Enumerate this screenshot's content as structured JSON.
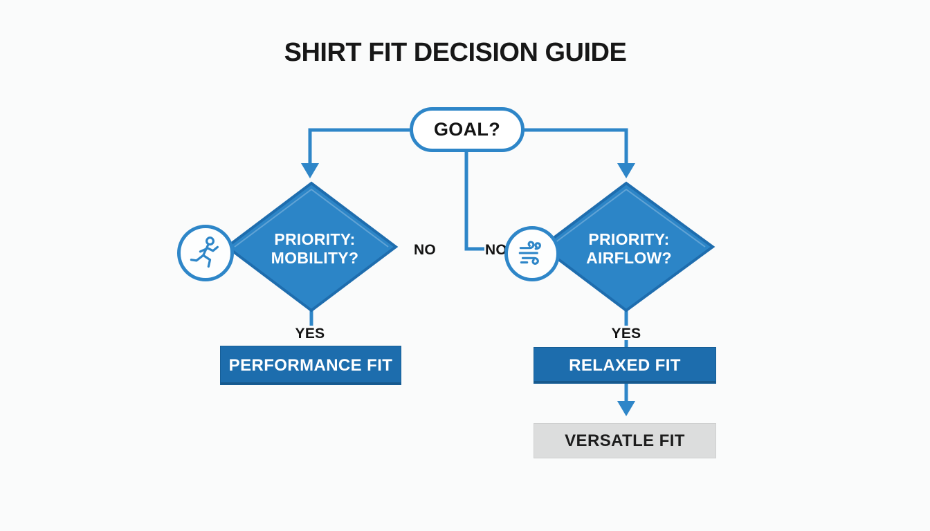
{
  "title": "SHIRT FIT DECISION GUIDE",
  "colors": {
    "accent": "#2e86c8",
    "diamond_fill": "#2c85c7",
    "diamond_border": "#1e6dae",
    "box_blue": "#1d6dad",
    "box_gray": "#dcdddd",
    "text_dark": "#171717",
    "bg": "#fafbfb"
  },
  "flowchart": {
    "start": {
      "label": "GOAL?"
    },
    "branches": {
      "left": {
        "icon": "runner-icon",
        "question_line1": "PRIORITY:",
        "question_line2": "MOBILITY?",
        "no_label": "NO",
        "yes_label": "YES",
        "result": "PERFORMANCE FIT"
      },
      "right": {
        "icon": "wind-icon",
        "question_line1": "PRIORITY:",
        "question_line2": "AIRFLOW?",
        "no_label": "NO",
        "yes_label": "YES",
        "result": "RELAXED FIT",
        "fallthrough_result": "VERSATLE FIT"
      }
    }
  }
}
